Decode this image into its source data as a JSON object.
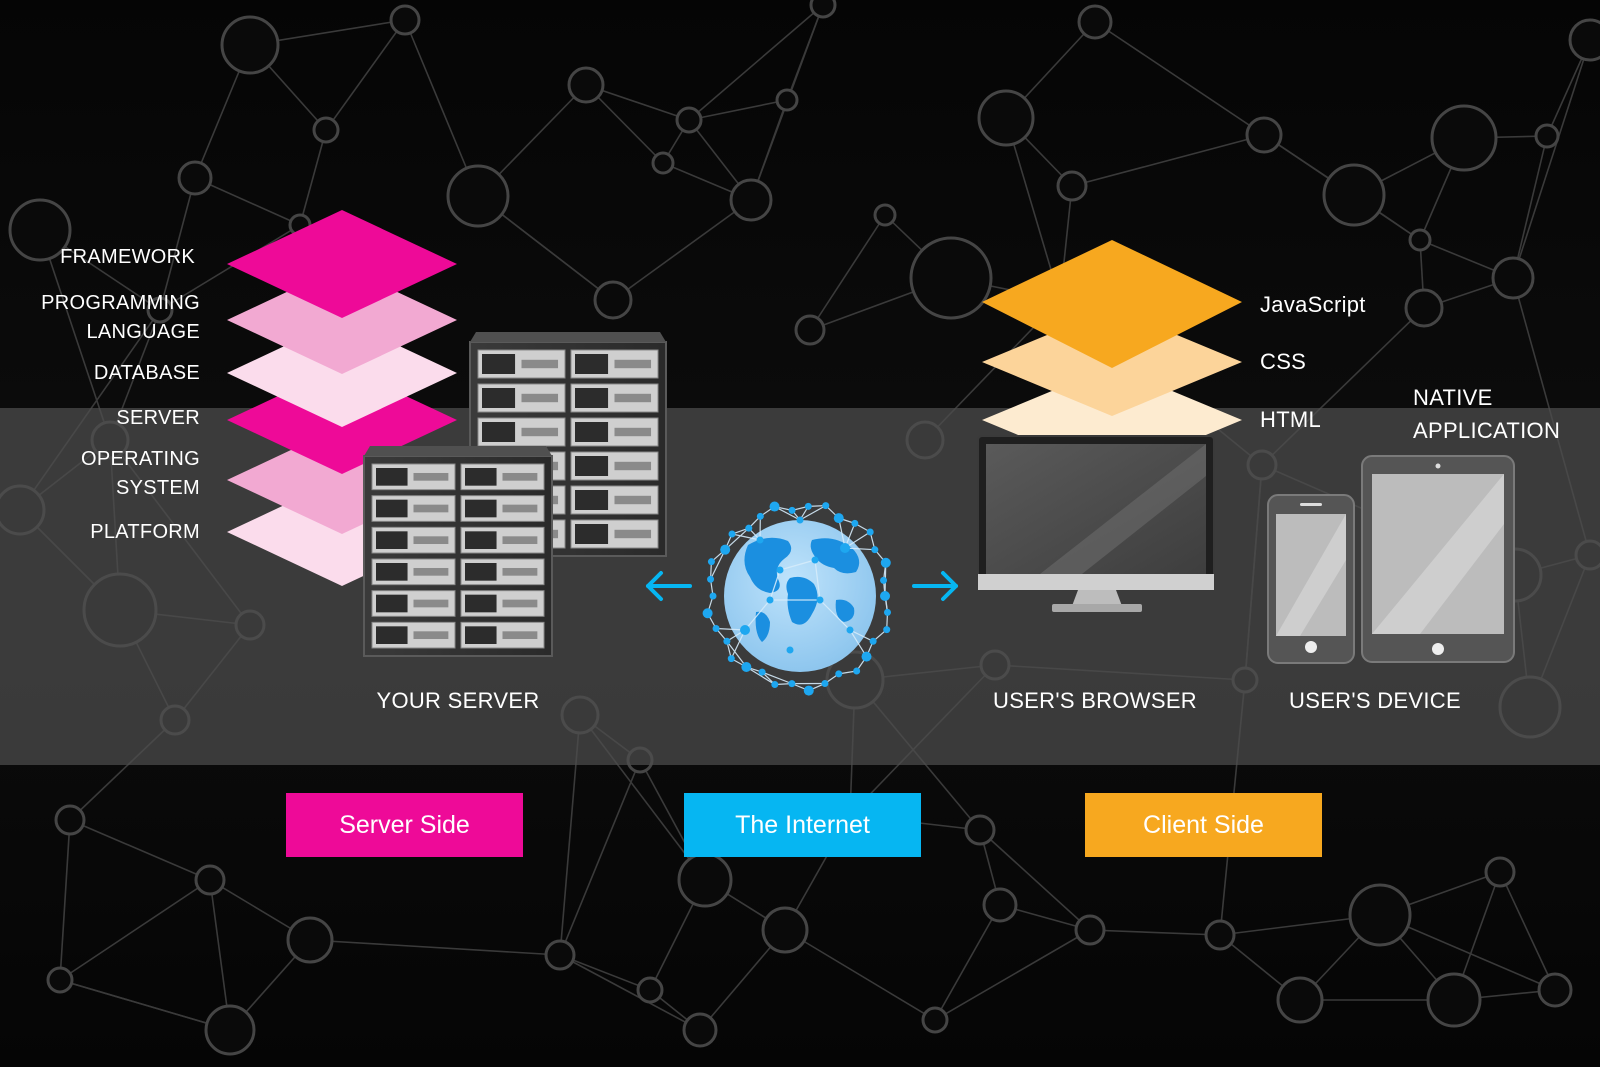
{
  "server_stack": {
    "labels": [
      "FRAMEWORK",
      "PROGRAMMING LANGUAGE",
      "DATABASE",
      "SERVER",
      "OPERATING SYSTEM",
      "PLATFORM"
    ],
    "colors": [
      "#ee0a98",
      "#f2a9d2",
      "#fbdcec",
      "#ee0a98",
      "#f2a9d2",
      "#fbdcec"
    ]
  },
  "client_stack": {
    "labels": [
      "JavaScript",
      "CSS",
      "HTML"
    ],
    "colors": [
      "#f7a81f",
      "#fcd49a",
      "#fdebd0"
    ]
  },
  "native_application": "NATIVE APPLICATION",
  "captions": {
    "your_server": "YOUR SERVER",
    "users_browser": "USER'S BROWSER",
    "users_device": "USER'S DEVICE"
  },
  "legend": [
    {
      "label": "Server Side",
      "color": "#ee0a98"
    },
    {
      "label": "The Internet",
      "color": "#06b6f2"
    },
    {
      "label": "Client Side",
      "color": "#f7a81f"
    }
  ],
  "colors": {
    "arrow": "#06b6f2",
    "network_line": "#3a3a3a",
    "band": "#4e4e4e"
  }
}
